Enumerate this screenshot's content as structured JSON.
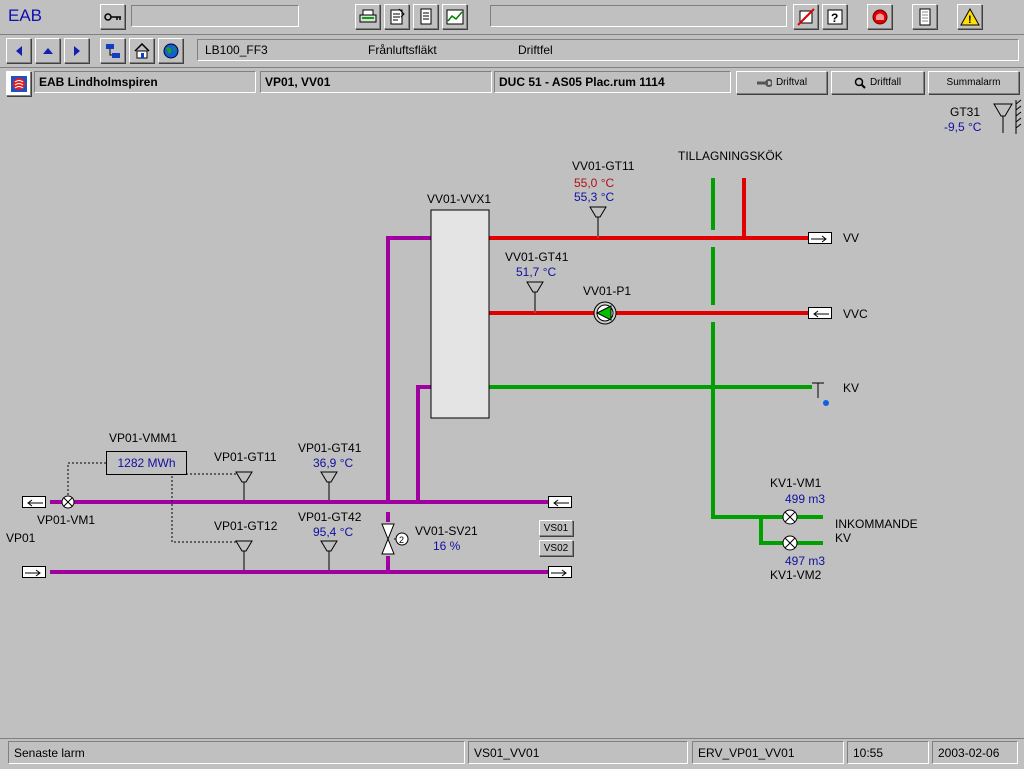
{
  "app": {
    "logo": "EAB"
  },
  "toolbar1": {
    "key_icon": "key-icon",
    "icons_mid": [
      "printer-icon",
      "notes-icon",
      "document-icon",
      "trend-icon"
    ],
    "icons_right": [
      "no-alarm-icon",
      "help-icon",
      "alarm-bell-icon",
      "note-icon",
      "warning-icon"
    ]
  },
  "toolbar2": {
    "nav_icons": [
      "arrow-left-icon",
      "arrow-up-icon",
      "arrow-right-icon",
      "tree-icon",
      "home-icon",
      "globe-icon"
    ],
    "object": "LB100_FF3",
    "description": "Frånluftsfläkt",
    "status": "Driftfel"
  },
  "toolbar3": {
    "site": "EAB Lindholmspiren",
    "system": "VP01, VV01",
    "controller": "DUC 51 - AS05  Plac.rum 1114",
    "buttons": {
      "driftval": "Driftval",
      "driftfall": "Driftfall",
      "summalarm": "Summalarm"
    }
  },
  "process": {
    "gt31": {
      "label": "GT31",
      "value": "-9,5 °C"
    },
    "tillagningskok": "TILLAGNINGSKÖK",
    "vv01_gt11": {
      "label": "VV01-GT11",
      "setpoint": "55,0 °C",
      "value": "55,3 °C"
    },
    "vv01_vvx1": "VV01-VVX1",
    "vv": "VV",
    "vv01_gt41": {
      "label": "VV01-GT41",
      "value": "51,7 °C"
    },
    "vv01_p1": "VV01-P1",
    "vvc": "VVC",
    "kv": "KV",
    "vp01_vmm1": {
      "label": "VP01-VMM1",
      "value": "1282 MWh"
    },
    "vp01_gt11": "VP01-GT11",
    "vp01_gt41": {
      "label": "VP01-GT41",
      "value": "36,9 °C"
    },
    "vp01_vm1": "VP01-VM1",
    "vp01": "VP01",
    "vp01_gt12": "VP01-GT12",
    "vp01_gt42": {
      "label": "VP01-GT42",
      "value": "95,4 °C"
    },
    "vv01_sv21": {
      "label": "VV01-SV21",
      "value": "16 %"
    },
    "vs01": "VS01",
    "vs02": "VS02",
    "kv1_vm1": {
      "label": "KV1-VM1",
      "value": "499 m3"
    },
    "kv1_vm2": {
      "label": "KV1-VM2",
      "value": "497 m3"
    },
    "inkommande": "INKOMMANDE",
    "inkommande_kv": "KV"
  },
  "statusbar": {
    "last_alarm": "Senaste larm",
    "page": "VS01_VV01",
    "view": "ERV_VP01_VV01",
    "time": "10:55",
    "date": "2003-02-06"
  },
  "colors": {
    "hot": "#e00000",
    "cold": "#00a000",
    "primary": "#a000a0",
    "value": "#1010a0"
  }
}
